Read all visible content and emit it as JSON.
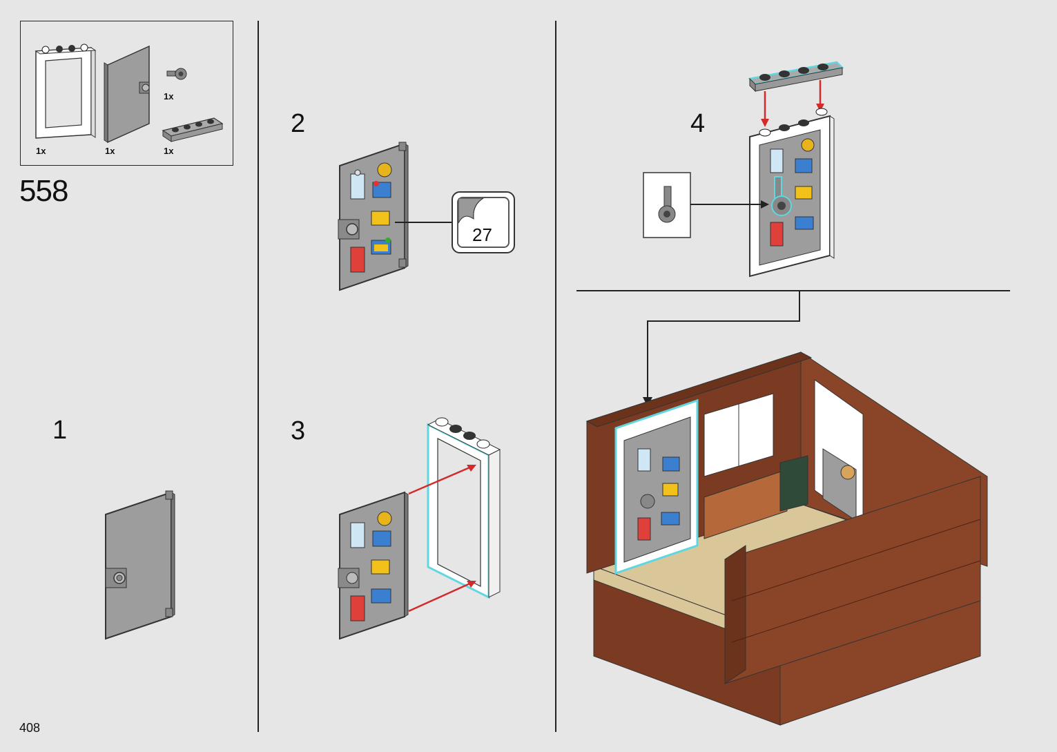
{
  "page": {
    "number": "408",
    "main_step": "558"
  },
  "parts_list": [
    {
      "name": "white door frame",
      "qty": "1x",
      "icon": "door-frame-icon"
    },
    {
      "name": "grey door",
      "qty": "1x",
      "icon": "door-icon"
    },
    {
      "name": "grey clip knob",
      "qty": "1x",
      "icon": "clip-icon"
    },
    {
      "name": "grey 1x4 plate",
      "qty": "1x",
      "icon": "plate-icon"
    }
  ],
  "sub_steps": [
    {
      "number": "1"
    },
    {
      "number": "2",
      "sticker_sheet": "27"
    },
    {
      "number": "3"
    },
    {
      "number": "4"
    }
  ],
  "colors": {
    "background": "#e6e6e6",
    "line": "#222222",
    "door_grey": "#9a9a9a",
    "frame_white": "#ffffff",
    "brick_brown": "#7a3b22",
    "tile_tan": "#d9c79a",
    "arrow_red": "#d32a2a",
    "highlight_cyan": "#5fd6e0"
  }
}
